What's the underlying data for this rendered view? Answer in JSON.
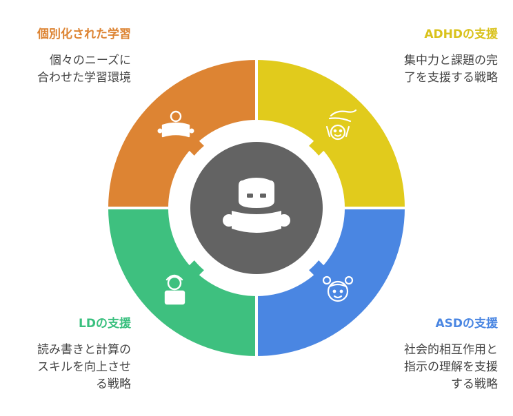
{
  "sections": {
    "top_left": {
      "title": "個別化された学習",
      "description_lines": [
        "個々のニーズに",
        "合わせた学習環境"
      ],
      "color": "#DD8433",
      "icon": "reading-person-icon"
    },
    "top_right": {
      "title": "ADHDの支援",
      "description_lines": [
        "集中力と課題の完",
        "了を支援する戦略"
      ],
      "color": "#E1CB1C",
      "icon": "supported-child-icon"
    },
    "bottom_left": {
      "title": "LDの支援",
      "description_lines": [
        "読み書きと計算の",
        "スキルを向上させ",
        "る戦略"
      ],
      "color": "#3EC07F",
      "icon": "learner-with-book-icon"
    },
    "bottom_right": {
      "title": "ASDの支援",
      "description_lines": [
        "社会的相互作用と",
        "指示の理解を支援",
        "する戦略"
      ],
      "color": "#4A86E2",
      "icon": "child-face-icon"
    }
  },
  "center": {
    "color": "#636363",
    "icon": "student-reading-icon"
  }
}
